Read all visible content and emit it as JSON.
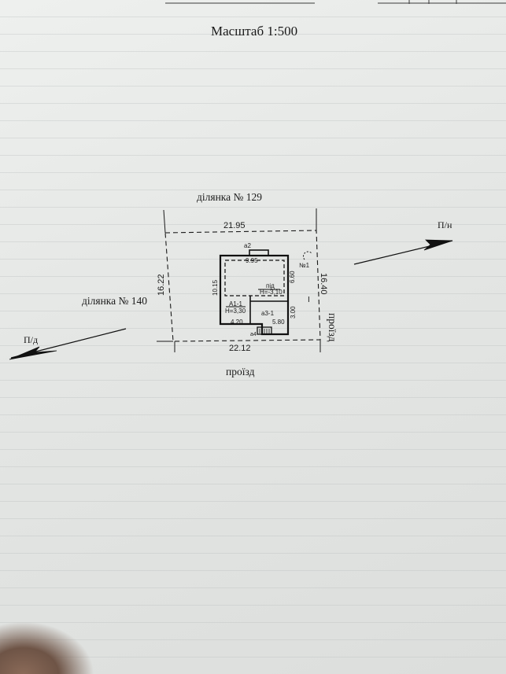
{
  "header": {
    "title": "Масштаб 1:500"
  },
  "neighbors": {
    "north": "ділянка № 129",
    "west": "ділянка № 140"
  },
  "roads": {
    "south": "проїзд",
    "east": "проїзд"
  },
  "line_markers": {
    "start": "П/д",
    "end": "П/н"
  },
  "plot_dimensions": {
    "top": "21.95",
    "bottom": "22.12",
    "left": "16.22",
    "right": "16.40"
  },
  "building": {
    "outline_top": "9.95",
    "outline_left": "10.15",
    "outline_right": "6.60",
    "wing_right": "3.00",
    "bottom_left": "4.20",
    "bottom_right": "5.80",
    "block_main": "А1-1",
    "block_main_height": "H=3,30",
    "basement": "під",
    "basement_height": "H=-3,10",
    "annex": "а3-1",
    "porch_top": "а2",
    "porch_bottom": "а4",
    "corner_marker": "№1",
    "section_marker": "I"
  },
  "colors": {
    "ink": "#1a1a1a",
    "paper": "#e8eae8"
  }
}
